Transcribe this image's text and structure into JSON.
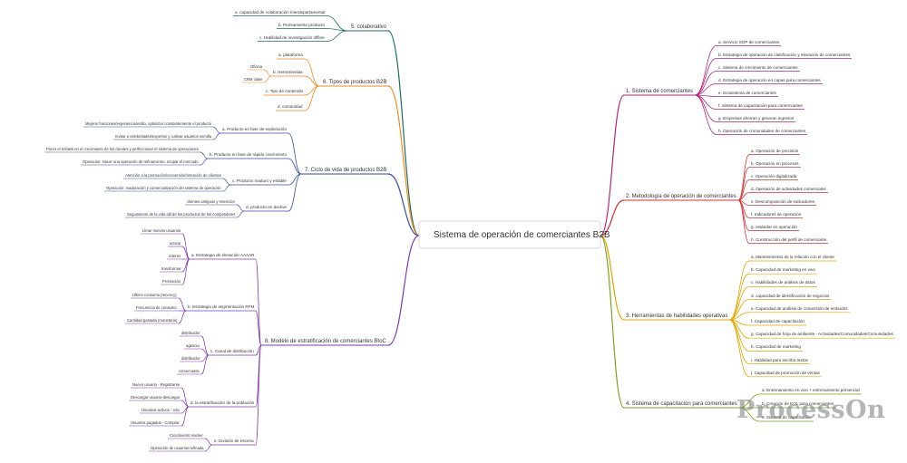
{
  "root": "Sistema de operación de comerciantes B2B",
  "watermark": "ProcessOn",
  "colors": {
    "b1": "#b5257a",
    "b2": "#d83030",
    "b3": "#e0a800",
    "b4": "#7aa51e",
    "b5": "#1d6b62",
    "b6": "#f08a1c",
    "b7": "#3a4aa6",
    "b8": "#7d3ab0"
  },
  "branches": {
    "b1": {
      "label": "1. Sistema de comerciantes",
      "children": [
        "a. Servicio SOP de comerciantes",
        "b. Estrategia de operación de clasificación y elevación de comerciantes",
        "c. Sistema de crecimiento de comerciantes",
        "d. Estrategia de operación en capas para comerciantes",
        "e. Ecosistema de comerciantes",
        "f. Sistema de capacitación para comerciantes",
        "g. Empresas ahorran y generan ingresos",
        "h. Operación de comunidades de comerciantes"
      ]
    },
    "b2": {
      "label": "2. Metodología de operación de comerciantes",
      "children": [
        "a. Operación de precisión",
        "b. Operación en procesos",
        "c. Operación digitalizada",
        "d. Operación de actividades comerciales",
        "e. Descomposición de indicadores",
        "f. Indicadores de operación",
        "g. estándar en operación",
        "h. Construcción del perfil de comerciante"
      ]
    },
    "b3": {
      "label": "3. Herramientas de habilidades operativas",
      "children": [
        "a. Mantenimiento de la relación con el cliente",
        "b. Capacidad de marketing en vivo",
        "c. Habilidades de análisis de datos",
        "d. capacidad de identificación de negocios",
        "e. Capacidad de análisis de conversión de embudos",
        "f. Capacidad de capacitación",
        "g. Capacidad de forja de ambiente - Actividades/Comunidades/Comunidades",
        "h. Capacidad de marketing",
        "i. Habilidad para escribir textos",
        "j. Capacidad de promoción de ventas"
      ]
    },
    "b4": {
      "label": "4. Sistema de capacitación para comerciantes",
      "children": [
        "a. Entrenamiento en vivo + entrenamiento presencial",
        "b. Creación de KOL para comerciantes",
        "c. Sistema de capacitación"
      ]
    },
    "b5": {
      "label": "5. colaborativo",
      "children": [
        "a. capacidad de colaboración interdepartamental",
        "b. Pensamiento producto",
        "c. Habilidad de investigación offline"
      ]
    },
    "b6": {
      "label": "6. Tipos de productos B2B",
      "children": [
        {
          "label": "a. plataforma",
          "children": []
        },
        {
          "label": "b. Herramientas",
          "children": [
            "Oficina",
            "CRM clase"
          ]
        },
        {
          "label": "c. Tipo de contenido",
          "children": []
        },
        {
          "label": "d. comunidad",
          "children": []
        }
      ]
    },
    "b7": {
      "label": "7. Ciclo de vida de productos B2B",
      "children": [
        {
          "label": "a. Producto en fase de exploración",
          "children": [
            "Mejorar funciones/experiencia/estilo, optimizar constantemente el producto",
            "Invitar a celebridades/expertos y cultivar usuarios semilla"
          ]
        },
        {
          "label": "b. Producto en fase de rápido crecimiento",
          "children": [
            "Poner el énfasis en el crecimiento de los clientes y perfeccionar el sistema de operaciones",
            "Operación: Hacer una operación de refinamiento, ocupar el mercado"
          ]
        },
        {
          "label": "c. Producto maduro y estable",
          "children": [
            "Atención a la promoción/conversión/retención de clientes",
            "Operación: maduración y comercialización del sistema de operación"
          ]
        },
        {
          "label": "d. producto en declive",
          "children": [
            "clientes antiguos y retención",
            "Seguimiento de la vida útil de los productos de los competidores"
          ]
        }
      ]
    },
    "b8": {
      "label": "8. Modelo de estratificación de comerciantes BtoC",
      "children": [
        {
          "label": "a. Estrategia de elevación AAAAR",
          "children": [
            "Llmar nuevos usuarios",
            "activar",
            "retener",
            "transformar",
            "Promoción"
          ]
        },
        {
          "label": "b. Estrategia de segmentación RFM",
          "children": [
            "Último consumo (recency)",
            "Frecuencia de consumo",
            "Cantidad gastada (monetaria)"
          ]
        },
        {
          "label": "c. Canal de distribución",
          "children": [
            "distribuidor",
            "agencia",
            "distribuidor",
            "comerciante"
          ]
        },
        {
          "label": "d. la estratificación de la población",
          "children": [
            "Nuevo usuario - Registrarse",
            "Descargar usuario-descargar",
            "Usuarios activos - Uso",
            "Usuarios pagados - Comprar"
          ]
        },
        {
          "label": "e. División de escena",
          "children": [
            "Crecimiento Hacker",
            "Operación de usuarios refinada"
          ]
        }
      ]
    }
  }
}
